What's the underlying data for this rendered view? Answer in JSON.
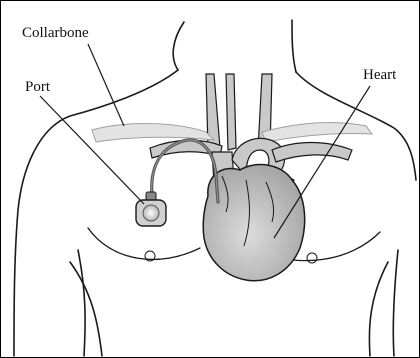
{
  "labels": {
    "collarbone": "Collarbone",
    "port": "Port",
    "heart": "Heart"
  },
  "colors": {
    "outline": "#1a1a1a",
    "bone_fill": "#e3e3e3",
    "vessel_fill": "#c9c9c9",
    "heart_fill": "#bdbdbd",
    "catheter": "#555555",
    "port_fill": "#d0d0d0"
  }
}
